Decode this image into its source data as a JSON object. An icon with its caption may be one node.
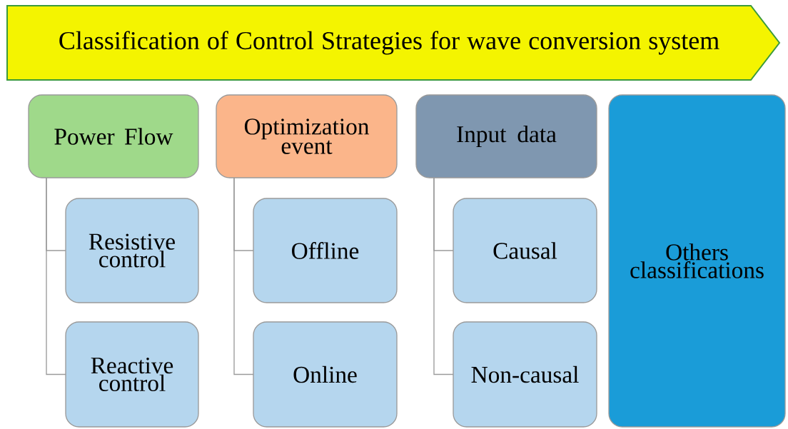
{
  "diagram": {
    "nodes": [
      {
        "text": [
          "Classification of Control Strategies for wave conversion system"
        ]
      },
      {
        "text": [
          "Power Flow"
        ]
      },
      {
        "text": [
          "Resistive control"
        ]
      },
      {
        "text": [
          "Reactive control"
        ]
      },
      {
        "text": [
          "Optimization event"
        ]
      },
      {
        "text": [
          "Offline"
        ]
      },
      {
        "text": [
          "Online"
        ]
      },
      {
        "text": [
          "Input data"
        ]
      },
      {
        "text": [
          "Causal"
        ]
      },
      {
        "text": [
          "Non-causal"
        ]
      },
      {
        "text": [
          "Others classifications"
        ]
      }
    ],
    "edges": [
      {
        "from": 1,
        "to": 2,
        "arrow": "none"
      },
      {
        "from": 1,
        "to": 3,
        "arrow": "none"
      },
      {
        "from": 4,
        "to": 5,
        "arrow": "none"
      },
      {
        "from": 4,
        "to": 6,
        "arrow": "none"
      },
      {
        "from": 7,
        "to": 8,
        "arrow": "none"
      },
      {
        "from": 7,
        "to": 9,
        "arrow": "none"
      }
    ]
  }
}
